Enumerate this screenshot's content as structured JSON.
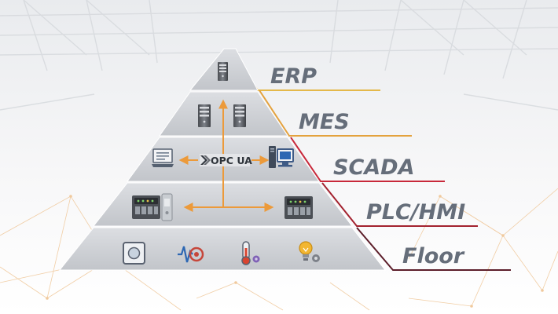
{
  "layers": [
    {
      "label": "ERP",
      "color": "#666e7a",
      "line_color": "#e4b84a"
    },
    {
      "label": "MES",
      "color": "#666e7a",
      "line_color": "#e4a23e"
    },
    {
      "label": "SCADA",
      "color": "#666e7a",
      "line_color": "#c8283a"
    },
    {
      "label": "PLC/HMI",
      "color": "#666e7a",
      "line_color": "#a3222f"
    },
    {
      "label": "Floor",
      "color": "#666e7a",
      "line_color": "#5c1e2a"
    }
  ],
  "protocol_label": "OPC UA",
  "colors": {
    "arrow": "#ec9a3a",
    "layer_fill_top": "#dcdee2",
    "layer_fill_bottom": "#c2c5ca",
    "background_lines": "#f0c99c"
  },
  "icons": {
    "erp": [
      "server-icon"
    ],
    "mes": [
      "server-icon",
      "server-icon"
    ],
    "scada": [
      "laptop-icon",
      "opc-ua-logo",
      "workstation-icon"
    ],
    "plc": [
      "plc-controller-icon",
      "plc-controller-icon"
    ],
    "floor": [
      "sensor-icon",
      "vibration-sensor-icon",
      "temperature-sensor-icon",
      "light-bulb-icon"
    ]
  }
}
